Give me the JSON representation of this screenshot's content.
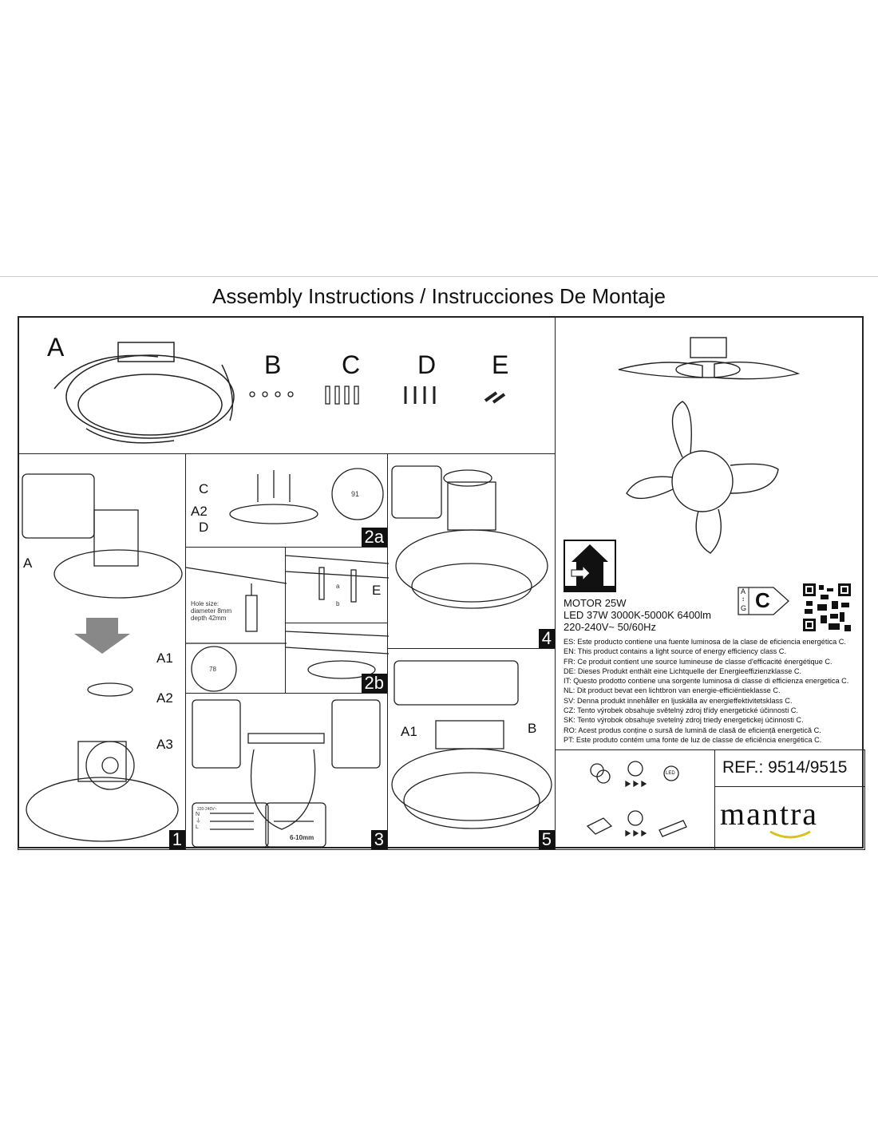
{
  "title": "Assembly Instructions / Instrucciones De Montaje",
  "parts": {
    "a": "A",
    "b": "B",
    "c": "C",
    "d": "D",
    "e": "E"
  },
  "step1": {
    "num": "1",
    "labels": [
      "A",
      "A1",
      "A2",
      "A3"
    ]
  },
  "step2a": {
    "num": "2a",
    "labels": [
      "C",
      "A2",
      "D"
    ],
    "template_num": "91"
  },
  "step2mid": {
    "hole_text": "Hole size:\ndiameter 8mm\ndepth 42mm",
    "template_num": "78",
    "label_e": "E",
    "small_a": "a",
    "small_b": "b"
  },
  "step2b": {
    "num": "2b"
  },
  "step3": {
    "num": "3",
    "strip_length": "6-10mm",
    "wires": "N\n⏚\nL",
    "voltage": "220-240V~"
  },
  "step4": {
    "num": "4"
  },
  "step5": {
    "num": "5",
    "labels": [
      "A1",
      "B"
    ]
  },
  "energy": {
    "class": "C",
    "scale_top": "A",
    "scale_bottom": "G",
    "specs": [
      "MOTOR 25W",
      "LED 37W 3000K-5000K 6400lm",
      "220-240V~ 50/60Hz"
    ],
    "statements": [
      "ES: Este producto contiene una fuente luminosa de la clase de eficiencia energética C.",
      "EN: This product contains a light source of energy efficiency class C.",
      "FR: Ce produit contient une source lumineuse de classe d'efficacité énergétique C.",
      "DE: Dieses Produkt enthält eine Lichtquelle der Energieeffizienzklasse C.",
      "IT: Questo prodotto contiene una sorgente luminosa di classe di efficienza energetica C.",
      "NL: Dit product bevat een lichtbron van energie-efficiëntieklasse C.",
      "SV: Denna produkt innehåller en ljuskälla av energieffektivitetsklass C.",
      "CZ: Tento výrobek obsahuje světelný zdroj třídy energetické účinnosti C.",
      "SK: Tento výrobok obsahuje svetelný zdroj triedy energetickej účinnosti C.",
      "RO: Acest produs conține o sursă de lumină de clasă de eficiență energetică C.",
      "PT: Este produto contém uma fonte de luz de classe de eficiência energética C."
    ]
  },
  "icons": {
    "led": "LED"
  },
  "ref": "REF.: 9514/9515",
  "brand": "mantra"
}
